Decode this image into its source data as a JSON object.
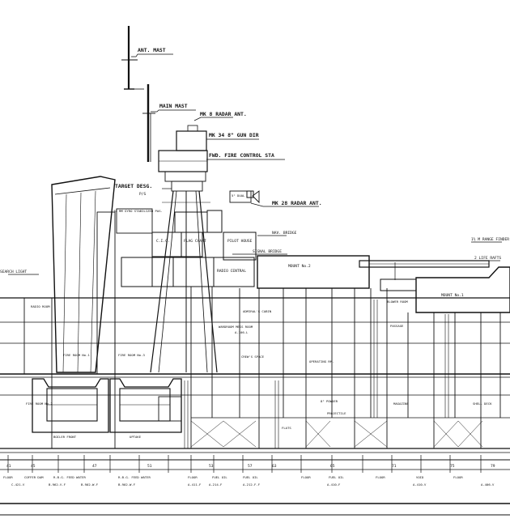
{
  "callouts": {
    "ant_mast": "ANT. MAST",
    "main_mast": "MAIN MAST",
    "mk8_radar": "MK 8 RADAR ANT.",
    "mk34_gun_dir": "MK 34 8\" GUN DIR",
    "fwd_fire_control": "FWD. FIRE CONTROL STA",
    "target_desig": "TARGET DESG.",
    "mk28_radar": "MK 28 RADAR ANT.",
    "nav_bridge": "NAV. BRIDGE",
    "signal_bridge": "SIGNAL BRIDGE",
    "search_light": "SEARCH LIGHT",
    "range_finder": "1½ M RANGE FINDER",
    "life_raft": "2 LIFE RAFTS"
  },
  "rooms": {
    "cic": "C.I.C.",
    "flag_chart": "FLAG CHART",
    "pilot_house": "PILOT HOUSE",
    "radio_central": "RADIO CENTRAL",
    "mount_2": "MOUNT No.2",
    "mount_1": "MOUNT No.1",
    "admirals_cabin": "ADMIRAL'S CABIN",
    "wardroom": "WARDROOM MESS ROOM",
    "wardroom_no": "A-106-L",
    "radio_room": "RADIO ROOM",
    "fire_room_2": "FIRE ROOM No.2",
    "fire_room_1": "FIRE ROOM No.1",
    "fire_room_3": "FIRE ROOM No.3",
    "boiler_front": "BOILER FRONT",
    "uptake": "UPTAKE",
    "blower_room": "BLOWER ROOM",
    "passage": "PASSAGE",
    "crews_space": "CREW'S SPACE",
    "powder": "8\" POWDER",
    "projectile": "PROJECTILE",
    "operating": "OPERATING RM.",
    "flats": "FLATS",
    "magazine": "MAGAZINE",
    "shell_deck": "SHELL DECK"
  },
  "keel": {
    "frames": [
      "41",
      "45",
      "47",
      "51",
      "53",
      "57",
      "63",
      "65",
      "71",
      "75",
      "79"
    ],
    "tank_labels": [
      "FLOOR",
      "COFFER DAM",
      "R.B.G. FEED WATER",
      "R.B.G. FEED WATER",
      "FLOOR",
      "FUEL OIL",
      "FUEL OIL",
      "FLOOR",
      "FUEL OIL",
      "FLOOR",
      "VOID",
      "FLOOR"
    ],
    "tank_numbers": [
      "C-421-V",
      "B-962-V.F",
      "B-902-W.F",
      "B-902-W.F",
      "A-411-F",
      "A-214-F",
      "A-212-F.F",
      "A-410-F",
      "A-410-V",
      "A-406-V"
    ]
  }
}
